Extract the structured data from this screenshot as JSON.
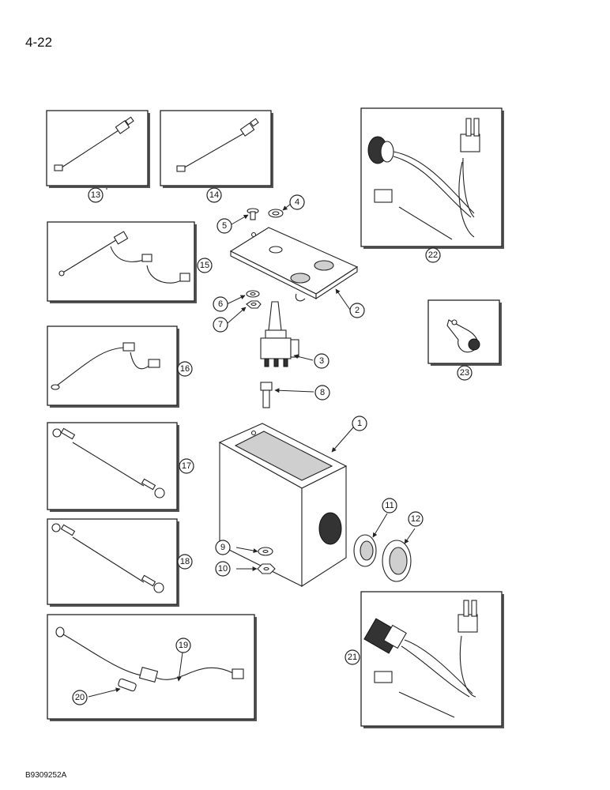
{
  "page": {
    "number": "4-22",
    "doc_code": "B9309252A"
  },
  "callouts": {
    "c1": "1",
    "c2": "2",
    "c3": "3",
    "c4": "4",
    "c5": "5",
    "c6": "6",
    "c7": "7",
    "c8": "8",
    "c9": "9",
    "c10": "10",
    "c11": "11",
    "c12": "12",
    "c13": "13",
    "c14": "14",
    "c15": "15",
    "c16": "16",
    "c17": "17",
    "c18": "18",
    "c19": "19",
    "c20": "20",
    "c21": "21",
    "c22": "22",
    "c23": "23"
  }
}
